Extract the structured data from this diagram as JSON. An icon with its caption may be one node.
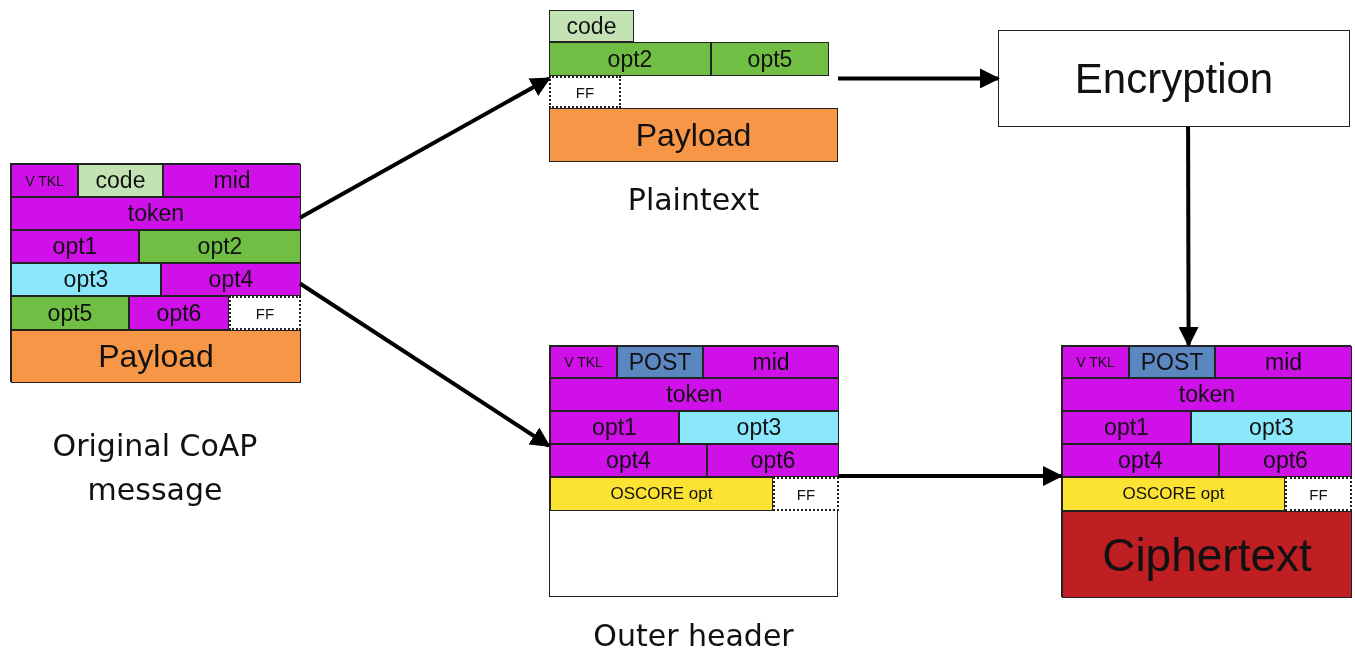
{
  "diagram": {
    "nodes": [
      {
        "text": [
          "Original CoAP message"
        ]
      },
      {
        "text": [
          "V TKL"
        ],
        "in": 0
      },
      {
        "text": [
          "code"
        ],
        "in": 0
      },
      {
        "text": [
          "mid"
        ],
        "in": 0
      },
      {
        "text": [
          "token"
        ],
        "in": 0
      },
      {
        "text": [
          "opt1"
        ],
        "in": 0
      },
      {
        "text": [
          "opt2"
        ],
        "in": 0
      },
      {
        "text": [
          "opt3"
        ],
        "in": 0
      },
      {
        "text": [
          "opt4"
        ],
        "in": 0
      },
      {
        "text": [
          "opt5"
        ],
        "in": 0
      },
      {
        "text": [
          "opt6"
        ],
        "in": 0
      },
      {
        "text": [
          "FF"
        ],
        "in": 0
      },
      {
        "text": [
          "Payload"
        ],
        "in": 0
      },
      {
        "text": [
          "Plaintext"
        ]
      },
      {
        "text": [
          "code"
        ],
        "in": 13
      },
      {
        "text": [
          "opt2"
        ],
        "in": 13
      },
      {
        "text": [
          "opt5"
        ],
        "in": 13
      },
      {
        "text": [
          "FF"
        ],
        "in": 13
      },
      {
        "text": [
          "Payload"
        ],
        "in": 13
      },
      {
        "text": [
          "Encryption"
        ]
      },
      {
        "text": [
          "Outer header"
        ]
      },
      {
        "text": [
          "V TKL"
        ],
        "in": 20
      },
      {
        "text": [
          "POST"
        ],
        "in": 20
      },
      {
        "text": [
          "mid"
        ],
        "in": 20
      },
      {
        "text": [
          "token"
        ],
        "in": 20
      },
      {
        "text": [
          "opt1"
        ],
        "in": 20
      },
      {
        "text": [
          "opt3"
        ],
        "in": 20
      },
      {
        "text": [
          "opt4"
        ],
        "in": 20
      },
      {
        "text": [
          "opt6"
        ],
        "in": 20
      },
      {
        "text": [
          "OSCORE opt"
        ],
        "in": 20
      },
      {
        "text": [
          "FF"
        ],
        "in": 20
      },
      {
        "text": [],
        "shape": "box"
      },
      {
        "text": [
          "V TKL"
        ],
        "in": 31
      },
      {
        "text": [
          "POST"
        ],
        "in": 31
      },
      {
        "text": [
          "mid"
        ],
        "in": 31
      },
      {
        "text": [
          "token"
        ],
        "in": 31
      },
      {
        "text": [
          "opt1"
        ],
        "in": 31
      },
      {
        "text": [
          "opt3"
        ],
        "in": 31
      },
      {
        "text": [
          "opt4"
        ],
        "in": 31
      },
      {
        "text": [
          "opt6"
        ],
        "in": 31
      },
      {
        "text": [
          "OSCORE opt"
        ],
        "in": 31
      },
      {
        "text": [
          "FF"
        ],
        "in": 31
      },
      {
        "text": [
          "Ciphertext"
        ],
        "in": 31
      }
    ],
    "edges": [
      {
        "from": 0,
        "to": 13,
        "arrow": "to"
      },
      {
        "from": 0,
        "to": 20,
        "arrow": "to"
      },
      {
        "from": 13,
        "to": 19,
        "arrow": "to"
      },
      {
        "from": 19,
        "to": 31,
        "arrow": "to"
      },
      {
        "from": 20,
        "to": 31,
        "arrow": "to"
      }
    ]
  }
}
